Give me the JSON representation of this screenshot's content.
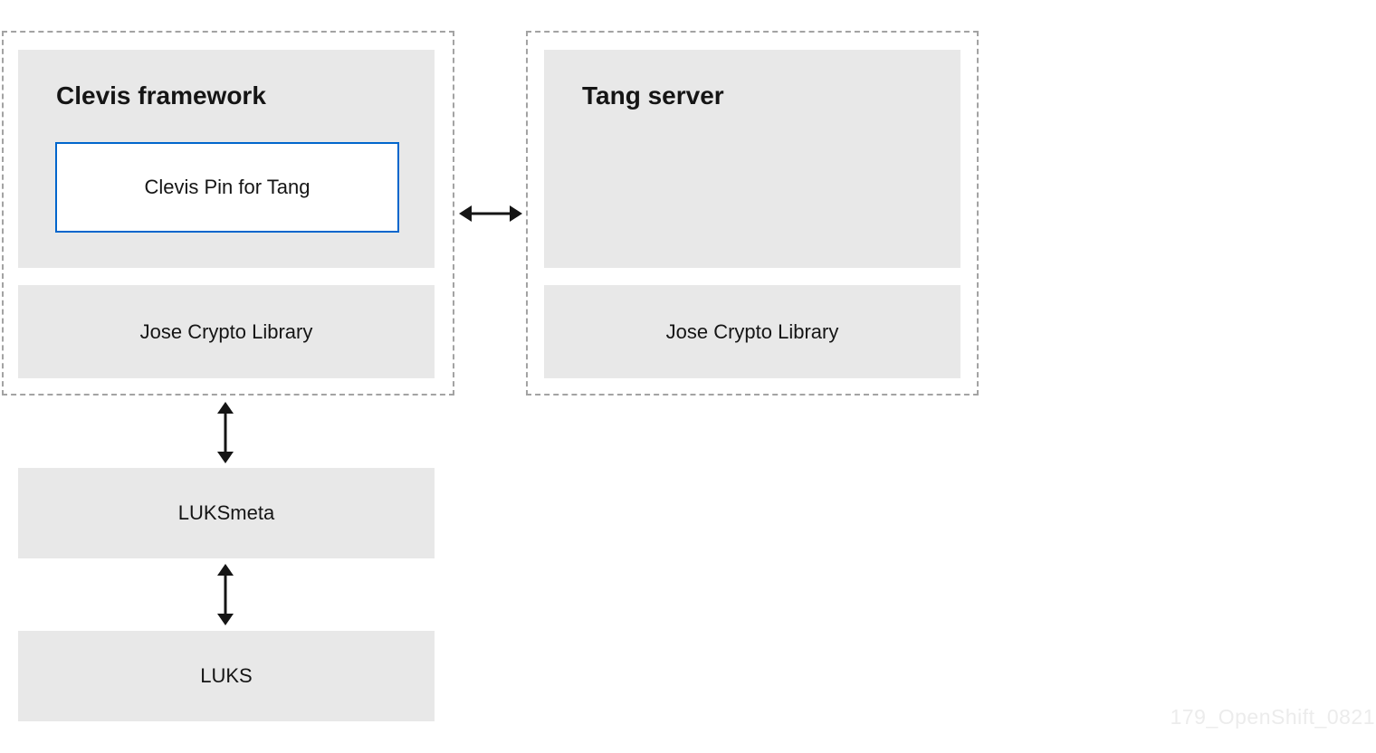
{
  "diagram": {
    "clevis": {
      "title": "Clevis framework",
      "pin": "Clevis Pin for Tang",
      "library": "Jose Crypto Library"
    },
    "tang": {
      "title": "Tang server",
      "library": "Jose Crypto Library"
    },
    "luksmeta": "LUKSmeta",
    "luks": "LUKS",
    "watermark": "179_OpenShift_0821",
    "icons": {
      "horizontal_arrow": "bidirectional-horizontal-arrow",
      "vertical_arrow": "bidirectional-vertical-arrow"
    },
    "colors": {
      "background": "#ffffff",
      "box_fill": "#e8e8e8",
      "dashed_border": "#a3a3a3",
      "pin_border": "#0066cc",
      "text": "#151515",
      "arrow": "#151515",
      "watermark": "#ececec"
    }
  }
}
